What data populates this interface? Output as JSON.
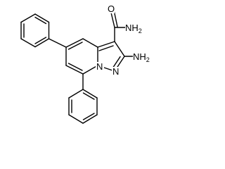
{
  "diagram": {
    "type": "chemical-structure",
    "atoms": {
      "carbonyl_oxygen": {
        "symbol": "O"
      },
      "amide_nitrogen": {
        "symbol": "NH",
        "subscript": "2"
      },
      "amine_nitrogen": {
        "symbol": "NH",
        "subscript": "2"
      },
      "ring_nitrogen_n1": {
        "symbol": "N"
      },
      "ring_nitrogen_n7a": {
        "symbol": "N"
      }
    },
    "colors": {
      "bond": "#000000",
      "label": "#000000",
      "background": "#ffffff"
    }
  }
}
